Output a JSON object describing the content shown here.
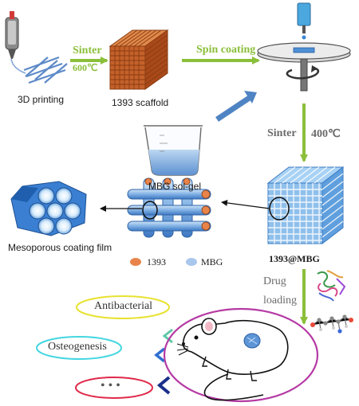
{
  "steps": {
    "printing": "3D printing",
    "sinter1": "Sinter",
    "sinter1_temp": "600℃",
    "scaffold": "1393 scaffold",
    "spin": "Spin coating",
    "solgel": "MBG sol-gel",
    "sinter2": "Sinter",
    "sinter2_temp": "400℃",
    "coated": "1393@MBG",
    "film": "Mesoporous coating film",
    "drug1": "Drug",
    "drug2": "loading"
  },
  "legend": [
    {
      "label": "1393",
      "color": "#e8844a"
    },
    {
      "label": "MBG",
      "color": "#a9c6ec"
    }
  ],
  "effects": [
    {
      "label": "Antibacterial",
      "color": "#e8e232"
    },
    {
      "label": "Osteogenesis",
      "color": "#43d6e0"
    },
    {
      "label": "• • •",
      "color": "#e0284a"
    }
  ],
  "colors": {
    "arrow_green": "#8bbf3a",
    "arrow_blue": "#4f84c4",
    "scaffold_orange": "#c4612a",
    "mbg_blue": "#8fc0ec",
    "mouse_circle": "#b53aa4"
  }
}
